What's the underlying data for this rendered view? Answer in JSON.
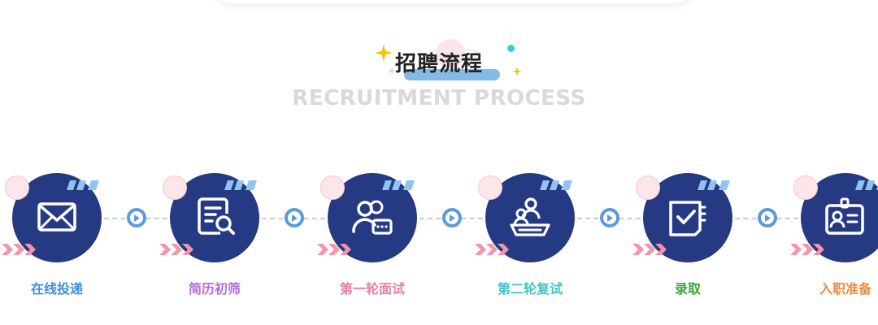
{
  "header": {
    "title": "招聘流程",
    "subtitle": "RECRUITMENT PROCESS"
  },
  "steps": [
    {
      "label": "在线投递",
      "icon": "envelope-icon",
      "color": "#3e8fe0"
    },
    {
      "label": "简历初筛",
      "icon": "resume-search-icon",
      "color": "#b56ed8"
    },
    {
      "label": "第一轮面试",
      "icon": "interview-chat-icon",
      "color": "#e680a4"
    },
    {
      "label": "第二轮复试",
      "icon": "group-interview-icon",
      "color": "#3fc6c9"
    },
    {
      "label": "录取",
      "icon": "checklist-icon",
      "color": "#35a83a"
    },
    {
      "label": "入职准备",
      "icon": "id-badge-icon",
      "color": "#f08a3a"
    }
  ],
  "colors": {
    "circle": "#263a84",
    "connector_button": "#5b9bd9",
    "subtitle": "#d9d9d9",
    "accent_star": "#f5c200",
    "accent_dot": "#2fd0e0"
  }
}
